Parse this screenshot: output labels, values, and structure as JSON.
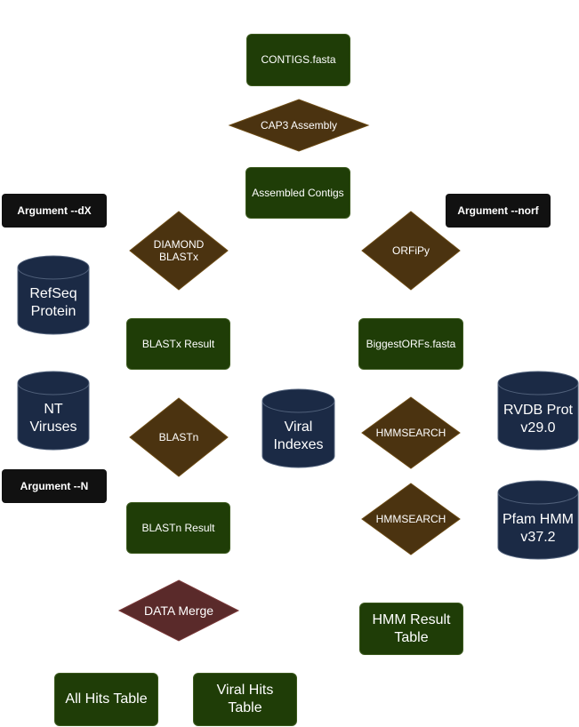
{
  "nodes": {
    "contigs_fasta": "CONTIGS.fasta",
    "cap3_assembly": "CAP3 Assembly",
    "assembled_contigs": "Assembled Contigs",
    "argument_dx": "Argument --dX",
    "argument_norf": "Argument --norf",
    "diamond_blastx_line1": "DIAMOND",
    "diamond_blastx_line2": "BLASTx",
    "orfipy": "ORFiPy",
    "refseq_line1": "RefSeq",
    "refseq_line2": "Protein",
    "blastx_result": "BLASTx Result",
    "biggest_orfs": "BiggestORFs.fasta",
    "nt_line1": "NT",
    "nt_line2": "Viruses",
    "blastn": "BLASTn",
    "viral_indexes_line1": "Viral",
    "viral_indexes_line2": "Indexes",
    "hmmsearch_1": "HMMSEARCH",
    "rvdb_line1": "RVDB Prot",
    "rvdb_line2": "v29.0",
    "argument_n": "Argument --N",
    "blastn_result": "BLASTn Result",
    "hmmsearch_2": "HMMSEARCH",
    "pfam_line1": "Pfam HMM",
    "pfam_line2": "v37.2",
    "data_merge": "DATA Merge",
    "hmm_result_line1": "HMM Result",
    "hmm_result_line2": "Table",
    "all_hits_table": "All Hits Table",
    "viral_hits_table": "Viral Hits Table"
  },
  "colors": {
    "process_fill": "#1f3d07",
    "process_border": "#3c5a1e",
    "decision_fill": "#4b3310",
    "decision_light": "#6b4a14",
    "database_fill": "#1b2a45",
    "database_border": "#50607a",
    "merge_fill": "#5a2a2a",
    "argument_fill": "#111111"
  }
}
